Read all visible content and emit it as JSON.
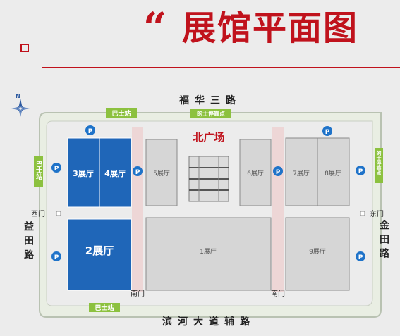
{
  "title": {
    "quote_mark": "“",
    "text": "展馆平面图"
  },
  "compass": {
    "north_label": "N"
  },
  "roads": {
    "north": "福华三路",
    "south": "滨河大道辅路",
    "west": "益田路",
    "east": "金田路"
  },
  "plaza": "北广场",
  "gates": {
    "west": "西门",
    "east": "东门",
    "south_1": "南门",
    "south_2": "南门"
  },
  "stops": {
    "bus_top": "巴士站",
    "taxi_top": "的士停靠点",
    "bus_left": "巴士站",
    "taxi_right": "的士停靠点",
    "bus_bottom": "巴士站"
  },
  "parking_symbol": "P",
  "halls": {
    "h1": "1展厅",
    "h2": "2展厅",
    "h3": "3展厅",
    "h4": "4展厅",
    "h5": "5展厅",
    "h6": "6展厅",
    "h7": "7展厅",
    "h8": "8展厅",
    "h9": "9展厅"
  },
  "colors": {
    "title_red": "#c0121c",
    "highlight_hall": "#1f66b8",
    "hall_gray": "#d6d6d6",
    "stop_green": "#8cc13f",
    "parking_blue": "#1f73c9"
  }
}
